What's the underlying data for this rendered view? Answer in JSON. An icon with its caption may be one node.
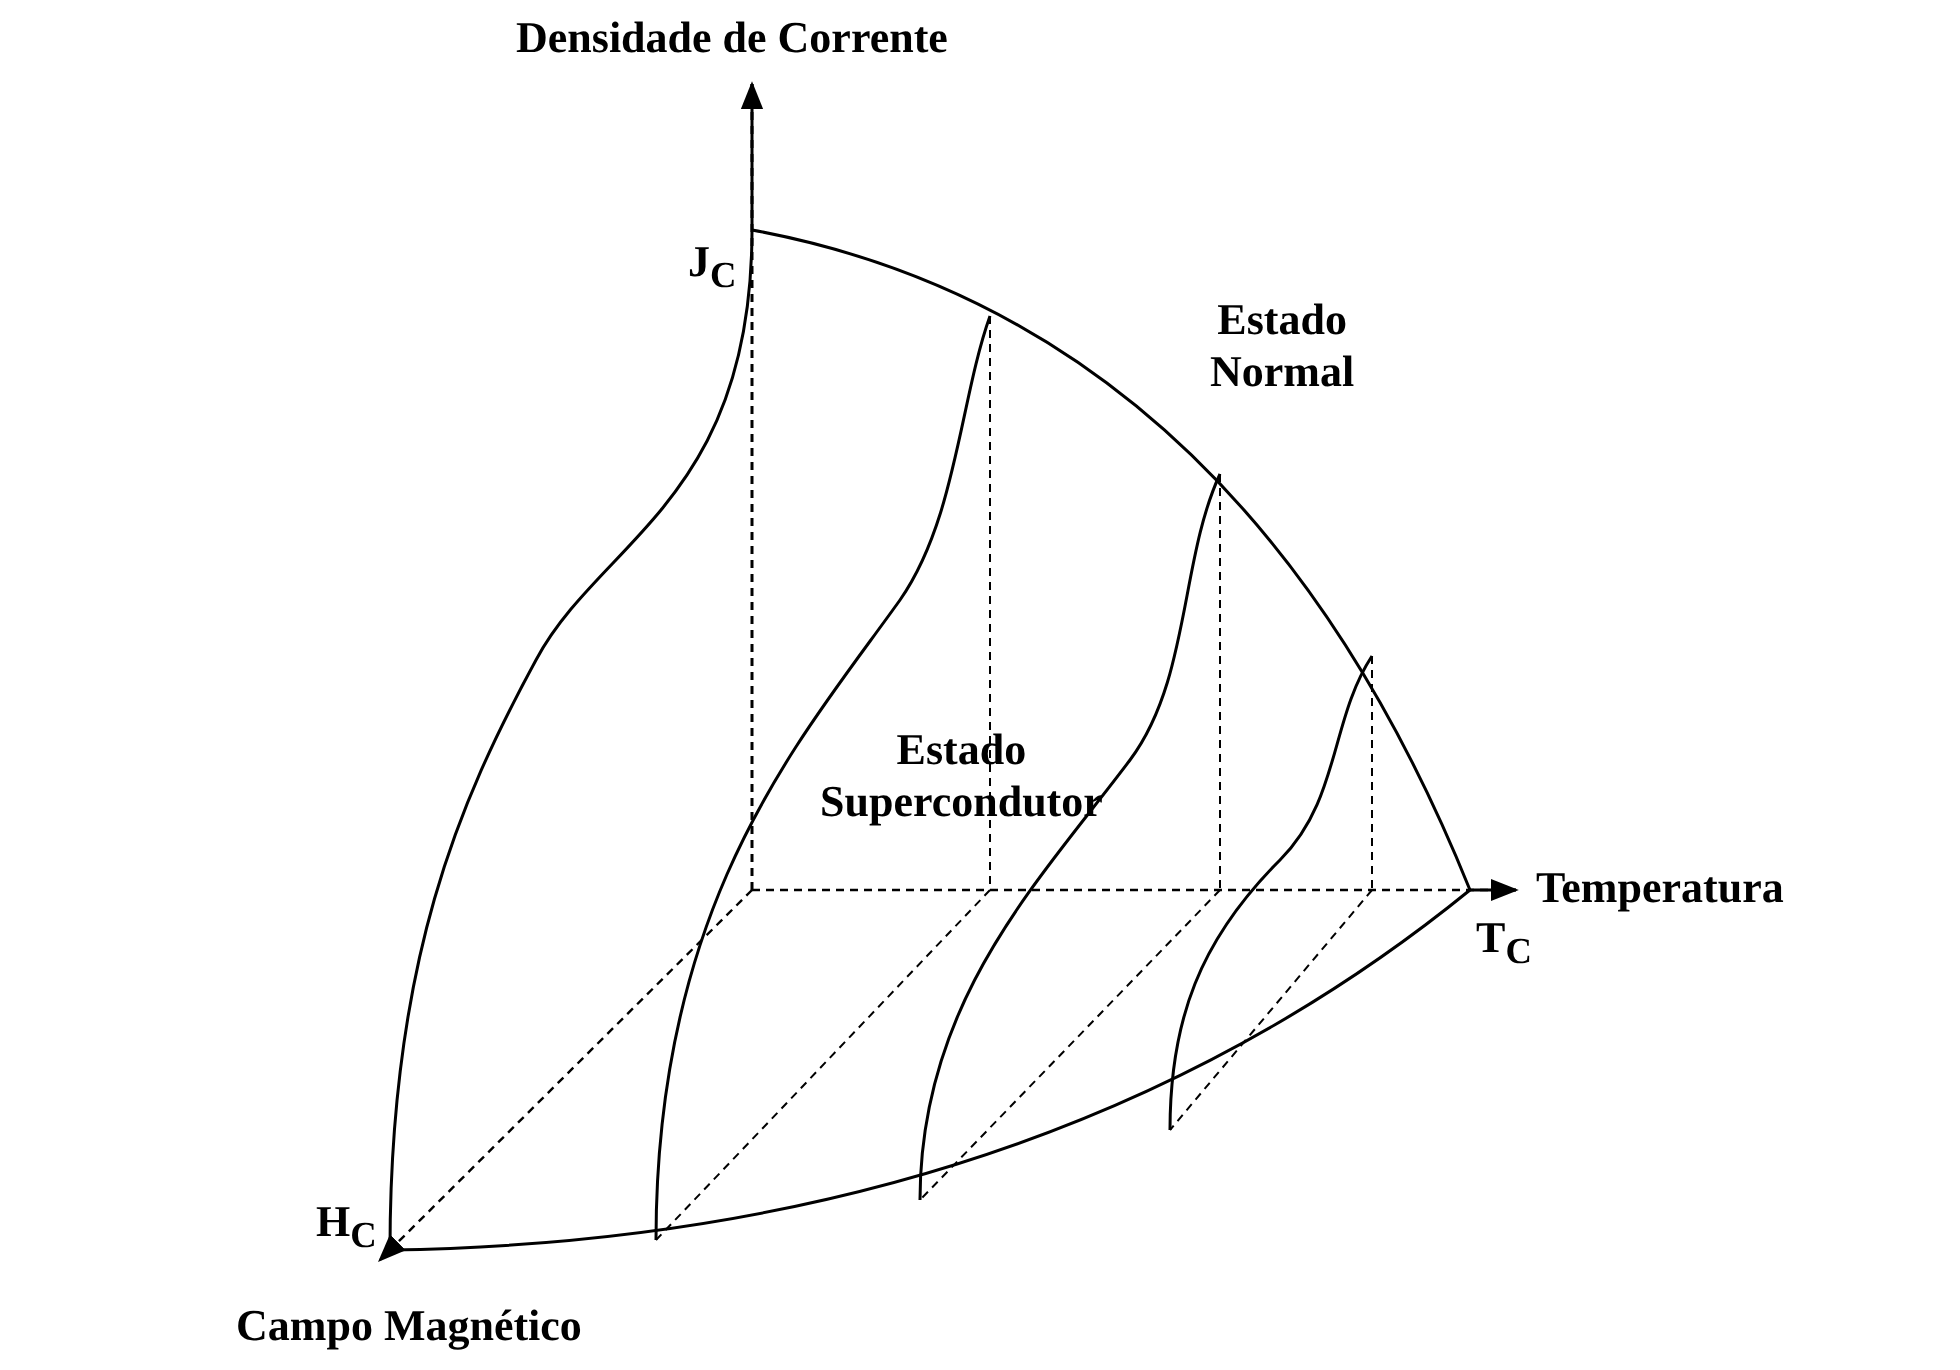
{
  "diagram": {
    "labels": [
      "Densidade de Corrente",
      "J$_{C}$",
      "Estado Normal",
      "Estado Supercondutor",
      "Temperatura",
      "T$_{C}$",
      "H$_{C}$",
      "Campo Magnético"
    ]
  }
}
